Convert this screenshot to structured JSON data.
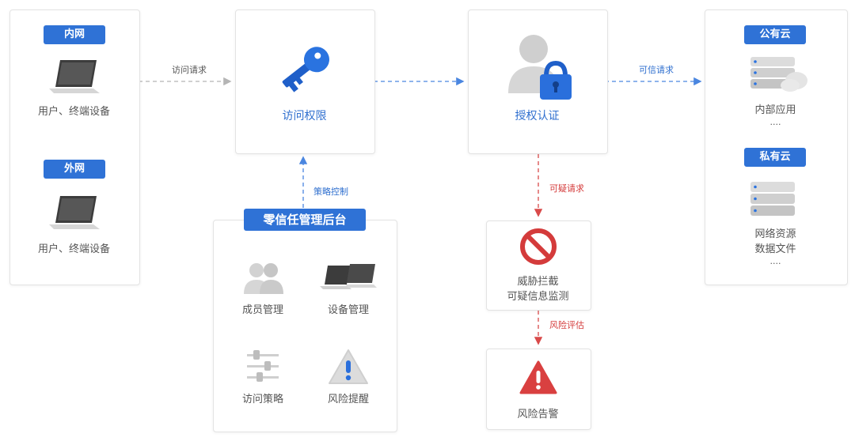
{
  "left": {
    "intranet": {
      "badge": "内网",
      "label": "用户、终端设备"
    },
    "extranet": {
      "badge": "外网",
      "label": "用户、终端设备"
    }
  },
  "access": {
    "label": "访问权限"
  },
  "auth": {
    "label": "授权认证"
  },
  "cloud": {
    "public": {
      "badge": "公有云",
      "label": "内部应用",
      "ellipsis": "...."
    },
    "private": {
      "badge": "私有云",
      "label1": "网络资源",
      "label2": "数据文件",
      "ellipsis": "...."
    }
  },
  "admin": {
    "title": "零信任管理后台",
    "items": [
      {
        "label": "成员管理"
      },
      {
        "label": "设备管理"
      },
      {
        "label": "访问策略"
      },
      {
        "label": "风险提醒"
      }
    ]
  },
  "threat": {
    "line1": "威胁拦截",
    "line2": "可疑信息监测"
  },
  "alert": {
    "label": "风险告警"
  },
  "arrows": {
    "access_request": "访问请求",
    "trusted_request": "可信请求",
    "policy_control": "策略控制",
    "suspicious_request": "可疑请求",
    "risk_assessment": "风险评估"
  },
  "colors": {
    "accent": "#2f72d6",
    "danger": "#d43b3b",
    "arrow_gray": "#b5b5b5"
  }
}
